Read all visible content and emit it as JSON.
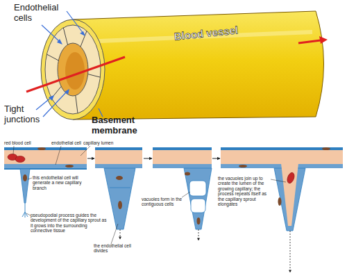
{
  "diagram": {
    "labels": [
      "Endothelial cells",
      "Blood vessel",
      "Tight junctions",
      "Basement membrane",
      "red blood cell",
      "endothelial cell",
      "capillary lumen",
      "this endothelial cell will generate a new capillary branch",
      "pseudopodial process guides the development of the capillary sprout as it grows into the surrounding connective tissue",
      "the endothelial cell divides",
      "vacuoles form in the contiguous cells",
      "the vacuoles join up to create the lumen of the growing capillary; the process repeats itself as the capillary sprout elongates"
    ]
  }
}
